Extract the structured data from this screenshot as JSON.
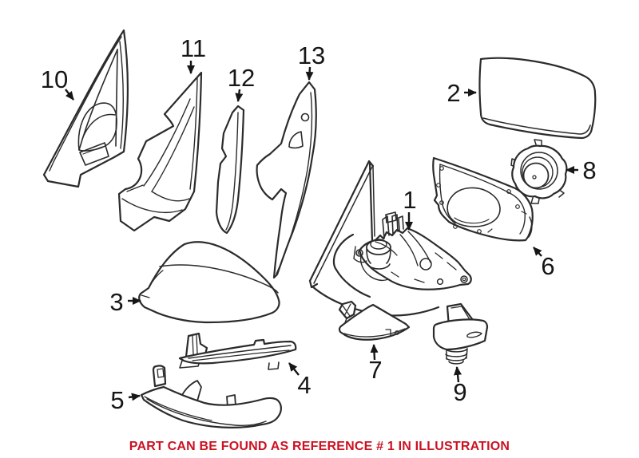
{
  "diagram": {
    "line_color": "#2b2b2b",
    "label_color": "#161616",
    "background": "#ffffff",
    "notice": {
      "text": "PART CAN BE FOUND AS REFERENCE # 1 IN ILLUSTRATION",
      "color": "#cc1122"
    },
    "callouts": {
      "c1": {
        "label": "1"
      },
      "c2": {
        "label": "2"
      },
      "c3": {
        "label": "3"
      },
      "c4": {
        "label": "4"
      },
      "c5": {
        "label": "5"
      },
      "c6": {
        "label": "6"
      },
      "c7": {
        "label": "7"
      },
      "c8": {
        "label": "8"
      },
      "c9": {
        "label": "9"
      },
      "c10": {
        "label": "10"
      },
      "c11": {
        "label": "11"
      },
      "c12": {
        "label": "12"
      },
      "c13": {
        "label": "13"
      }
    }
  }
}
